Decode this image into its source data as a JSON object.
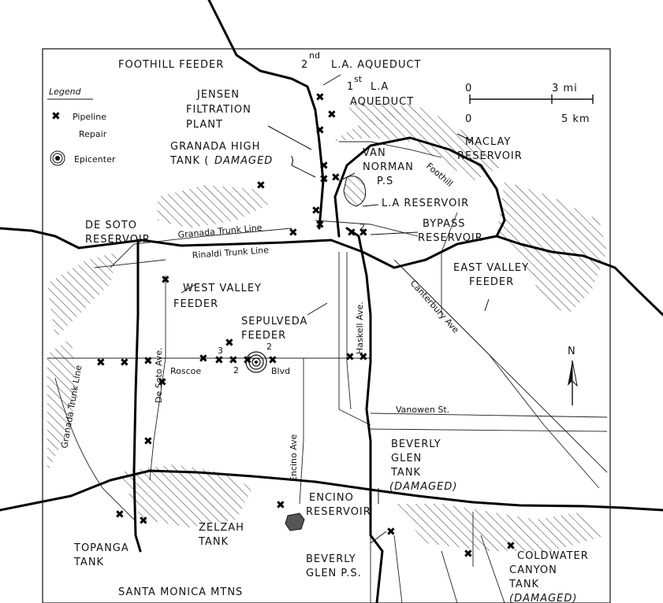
{
  "legend": {
    "title": "Legend",
    "repair_label_1": "Pipeline",
    "repair_label_2": "Repair",
    "epicenter_label": "Epicenter"
  },
  "scale": {
    "zero_top": "0",
    "mi": "3 mi",
    "zero_bottom": "0",
    "km": "5 km"
  },
  "north": "N",
  "labels": {
    "foothill_feeder": "FOOTHILL FEEDER",
    "aqueduct2_sup": "nd",
    "aqueduct2_num": "2",
    "aqueduct2": "L.A. AQUEDUCT",
    "aqueduct1_num": "1",
    "aqueduct1_sup": "st",
    "aqueduct1_a": "L.A",
    "aqueduct1_b": "AQUEDUCT",
    "jensen_1": "JENSEN",
    "jensen_2": "FILTRATION",
    "jensen_3": "PLANT",
    "granada_high_1": "GRANADA HIGH",
    "granada_high_2": "TANK (",
    "granada_high_dmg": "DAMAGED",
    "granada_high_3": ")",
    "maclay_1": "MACLAY",
    "maclay_2": "RESERVOIR",
    "van_norman_1": "VAN",
    "van_norman_2": "NORMAN",
    "van_norman_3": "P.S",
    "foothill": "Foothill",
    "la_reservoir": "L.A RESERVOIR",
    "bypass_1": "BYPASS",
    "bypass_2": "RESERVOIR",
    "desoto_1": "DE SOTO",
    "desoto_2": "RESERVOIR",
    "granada_trunk": "Granada Trunk Line",
    "rinaldi_trunk": "Rinaldi Trunk Line",
    "east_valley_1": "EAST VALLEY",
    "east_valley_2": "FEEDER",
    "west_valley_1": "WEST VALLEY",
    "west_valley_2": "FEEDER",
    "sepulveda_1": "SEPULVEDA",
    "sepulveda_2": "FEEDER",
    "haskell": "Haskell Ave.",
    "canterbury": "Canterbury Ave",
    "desoto_ave": "De Soto Ave.",
    "granada_trunk_v": "Granada Trunk Line",
    "roscoe": "Roscoe",
    "blvd": "Blvd",
    "vanowen": "Vanowen St.",
    "encino_ave": "Encino Ave",
    "beverly_tank_1": "BEVERLY",
    "beverly_tank_2": "GLEN",
    "beverly_tank_3": "TANK",
    "beverly_tank_dmg": "(DAMAGED)",
    "encino_res_1": "ENCINO",
    "encino_res_2": "RESERVOIR",
    "zelzah_1": "ZELZAH",
    "zelzah_2": "TANK",
    "topanga_1": "TOPANGA",
    "topanga_2": "TANK",
    "beverly_ps_1": "BEVERLY",
    "beverly_ps_2": "GLEN P.S.",
    "coldwater_1": "COLDWATER",
    "coldwater_2": "CANYON",
    "coldwater_3": "TANK",
    "coldwater_dmg": "(DAMAGED)",
    "santa_monica": "SANTA MONICA MTNS",
    "num_3": "3",
    "num_2a": "2",
    "num_2b": "2",
    "num_2c": "2"
  },
  "icons": {
    "repair": "x-mark-icon",
    "epicenter": "concentric-circles-icon",
    "north_arrow": "north-arrow-icon"
  },
  "colors": {
    "ink": "#111111",
    "paper": "#ffffff"
  }
}
